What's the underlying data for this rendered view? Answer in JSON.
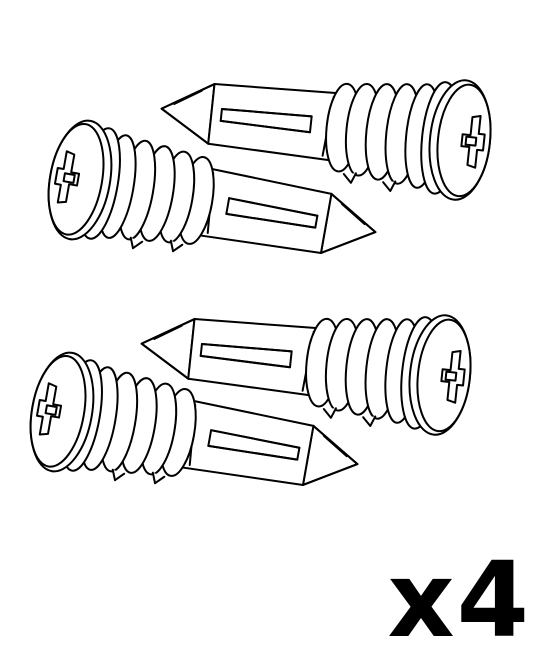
{
  "page": {
    "background": "#ffffff",
    "line_color": "#000000"
  },
  "illustration": {
    "subject": "hollow-wall-anchor",
    "icon": "anchor-screw-icon"
  },
  "quantity": {
    "label": "x4",
    "count": 4
  }
}
